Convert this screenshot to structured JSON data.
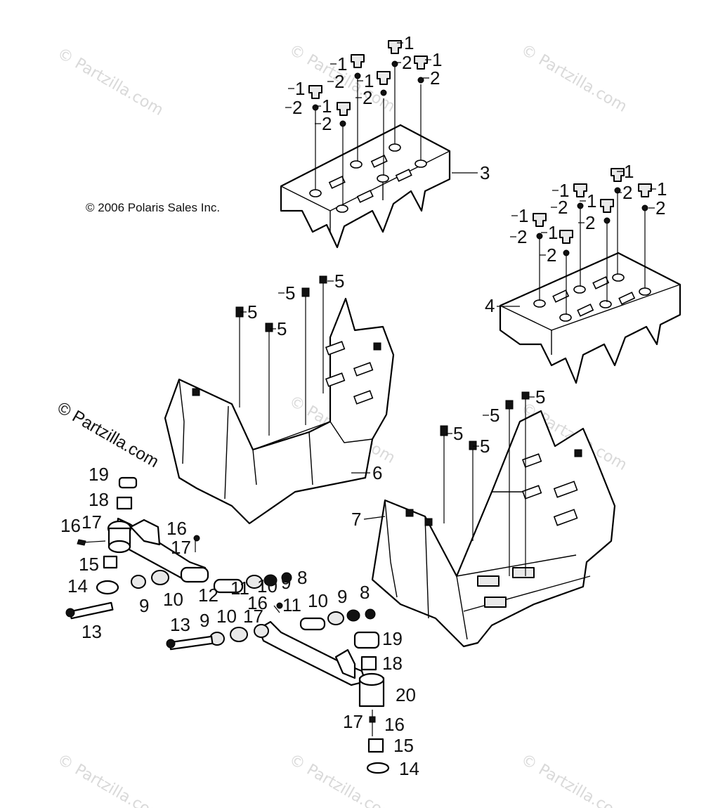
{
  "copyright": "© 2006 Polaris Sales Inc.",
  "partzilla_mark": "© Partzilla.com",
  "watermark_text": "© Partzilla.com",
  "callouts": {
    "c1": "1",
    "c2": "2",
    "c3": "3",
    "c4": "4",
    "c5": "5",
    "c6": "6",
    "c7": "7",
    "c8": "8",
    "c9": "9",
    "c10": "10",
    "c11": "11",
    "c12": "12",
    "c13": "13",
    "c14": "14",
    "c15": "15",
    "c16": "16",
    "c17": "17",
    "c18": "18",
    "c19": "19",
    "c20": "20"
  },
  "colors": {
    "line": "#000000",
    "watermark": "#d9d9d9",
    "background": "#ffffff"
  }
}
